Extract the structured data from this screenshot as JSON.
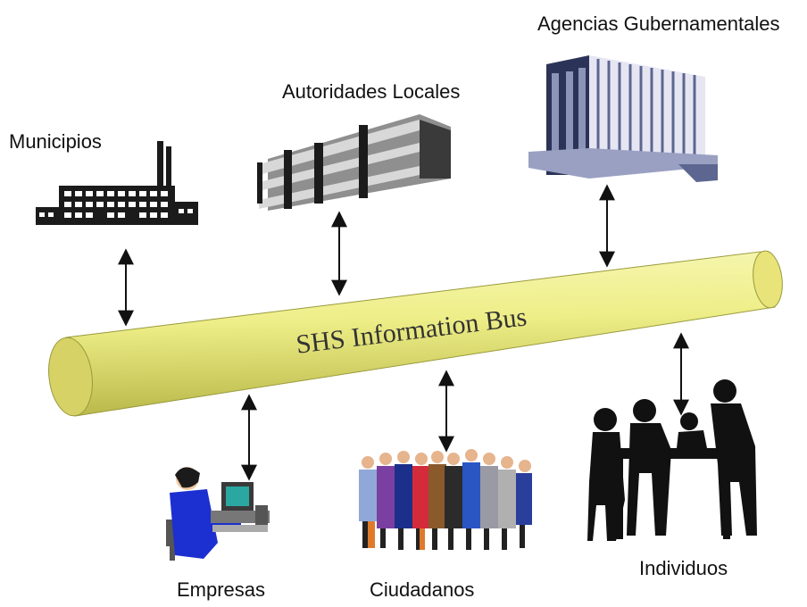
{
  "diagram": {
    "bus_label": "SHS Information Bus",
    "nodes": {
      "municipios": "Municipios",
      "autoridades_locales": "Autoridades Locales",
      "agencias_gubernamentales": "Agencias Gubernamentales",
      "empresas": "Empresas",
      "ciudadanos": "Ciudadanos",
      "individuos": "Individuos"
    }
  },
  "colors": {
    "bus_fill": "#eeee88",
    "bus_dark": "#b9b94a",
    "bus_end": "#d6d266",
    "arrow": "#111111",
    "building_dark": "#1b1b1b",
    "agency_blue": "#5c6690",
    "agency_light": "#e6e6f3",
    "worker_blue": "#1c2fd0"
  },
  "icons": {
    "municipios": "factory-icon",
    "autoridades_locales": "office-building-icon",
    "agencias_gubernamentales": "skyscraper-icon",
    "empresas": "computer-worker-icon",
    "ciudadanos": "crowd-icon",
    "individuos": "meeting-table-icon"
  }
}
